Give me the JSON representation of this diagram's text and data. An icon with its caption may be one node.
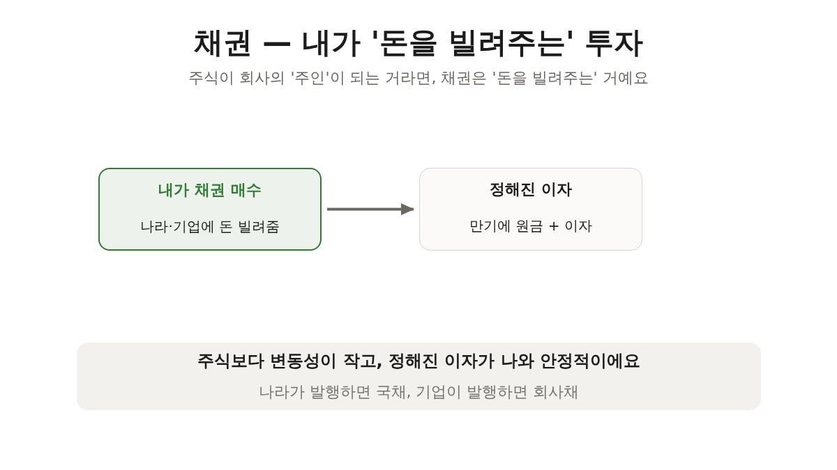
{
  "diagram": {
    "title": "채권 — 내가 '돈을 빌려주는' 투자",
    "nodes": [
      {
        "text": [
          "내가 채권 매수",
          "나라·기업에 돈 빌려줌"
        ]
      },
      {
        "text": [
          "정해진 이자",
          "만기에 원금 + 이자"
        ]
      },
      {
        "text": [
          "주식보다 변동성이 작고, 정해진 이자가 나와 안정적이에요",
          "나라가 발행하면 국채, 기업이 발행하면 회사채"
        ]
      }
    ],
    "edges": [
      {
        "from": 0,
        "to": 1,
        "arrow": "to"
      }
    ],
    "labels": [
      "주식이 회사의 '주인'이 되는 거라면, 채권은 '돈을 빌려주는' 거예요"
    ]
  }
}
